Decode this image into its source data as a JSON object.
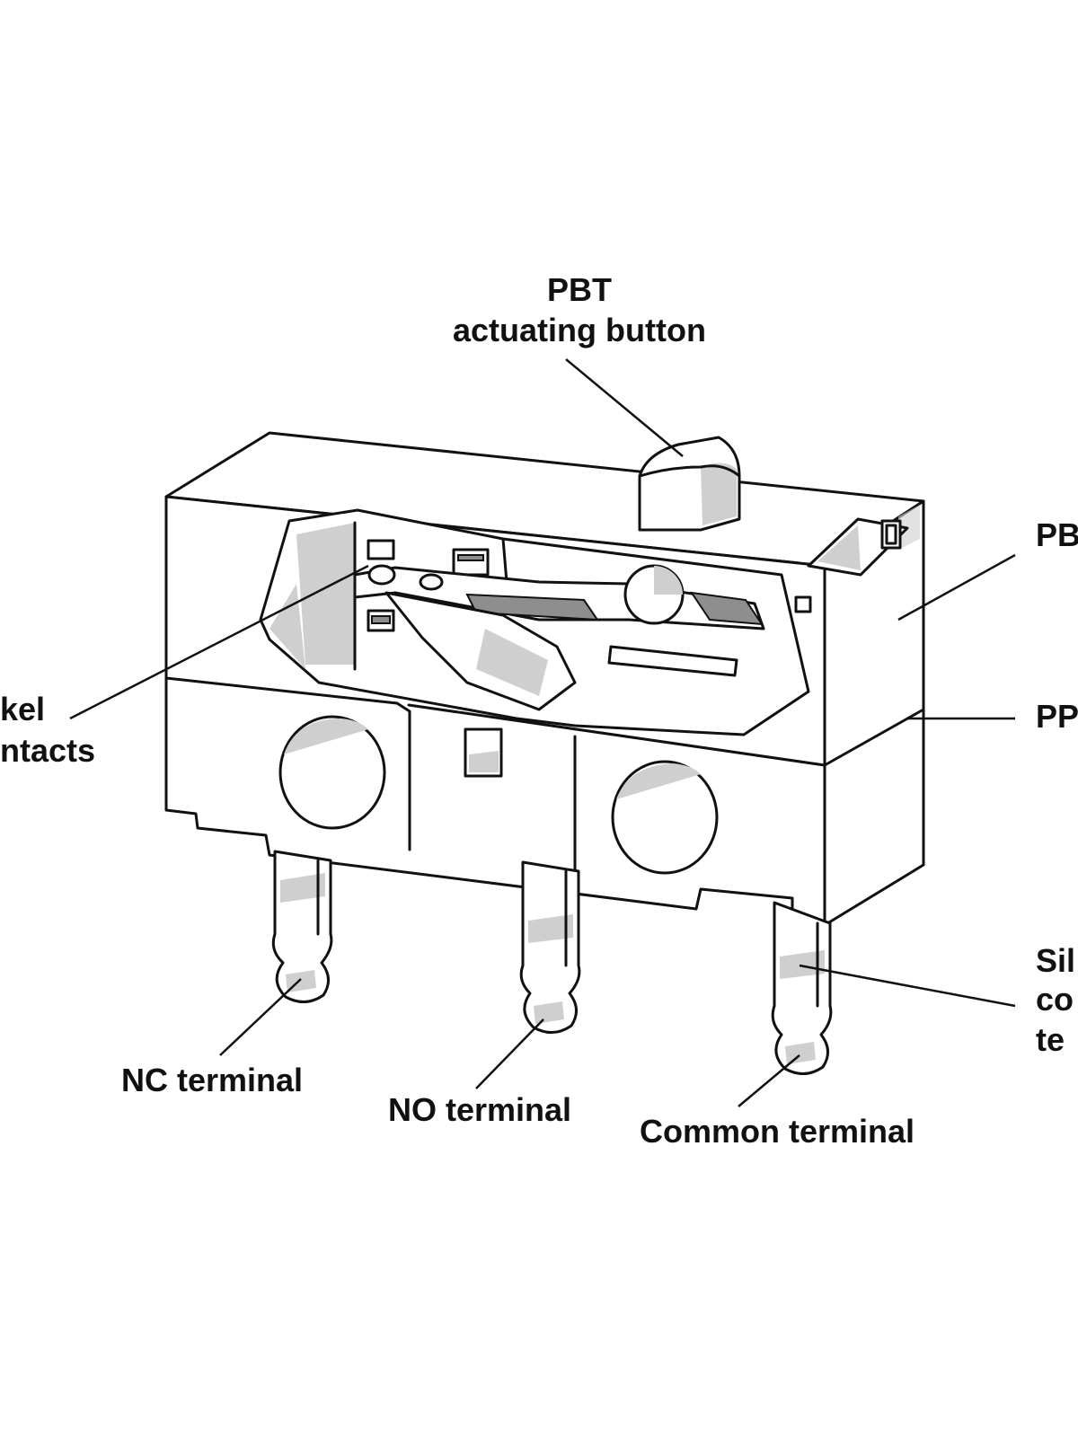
{
  "labels": {
    "actuator_line1": "PBT",
    "actuator_line2": "actuating button",
    "cover_partial": "PB",
    "base_partial": "PP",
    "contacts_line1": "kel",
    "contacts_line2": "ntacts",
    "terminal_material_line1": "Sil",
    "terminal_material_line2": "co",
    "terminal_material_line3": "te",
    "nc_terminal": "NC terminal",
    "no_terminal": "NO terminal",
    "common_terminal": "Common terminal"
  },
  "colors": {
    "line": "#111111",
    "shade": "#cfcfcf",
    "dark_shade": "#8e8e8e",
    "background": "#ffffff"
  }
}
